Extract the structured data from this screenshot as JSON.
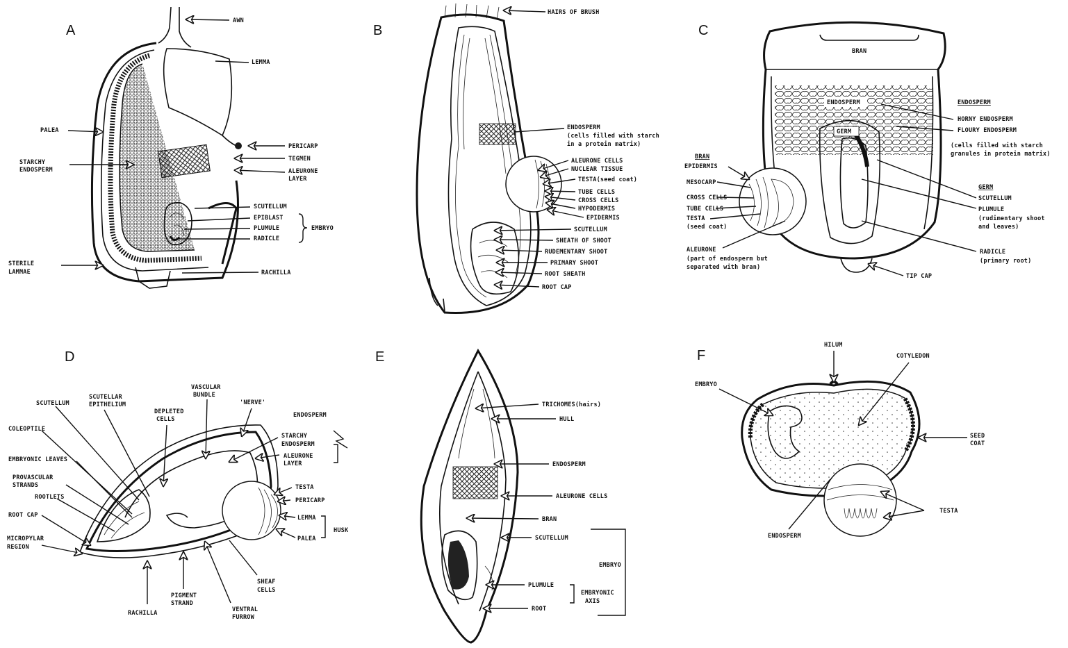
{
  "panels": {
    "A": {
      "letter": "A",
      "labels": {
        "awn": "AWN",
        "lemma": "LEMMA",
        "palea": "PALEA",
        "starchy1": "STARCHY",
        "starchy2": "ENDOSPERM",
        "pericarp": "PERICARP",
        "tegmen": "TEGMEN",
        "aleurone1": "ALEURONE",
        "aleurone2": "LAYER",
        "scutellum": "SCUTELLUM",
        "epiblast": "EPIBLAST",
        "plumule": "PLUMULE",
        "radicle": "RADICLE",
        "embryo": "EMBRYO",
        "sterile1": "STERILE",
        "sterile2": "LAMMAE",
        "rachilla": "RACHILLA"
      }
    },
    "B": {
      "letter": "B",
      "labels": {
        "hairs": "HAIRS OF BRUSH",
        "endosperm1": "ENDOSPERM",
        "endosperm2": "(cells filled with starch",
        "endosperm3": "in a protein matrix)",
        "aleurone": "ALEURONE CELLS",
        "nuclear": "NUCLEAR TISSUE",
        "testa": "TESTA(seed coat)",
        "tube": "TUBE CELLS",
        "cross": "CROSS CELLS",
        "hypodermis": "HYPODERMIS",
        "epidermis": "EPIDERMIS",
        "scutellum": "SCUTELLUM",
        "sheath": "SHEATH OF SHOOT",
        "rudimentary": "RUDEMENTARY SHOOT",
        "primary": "PRIMARY SHOOT",
        "rootsheath": "ROOT SHEATH",
        "rootcap": "ROOT CAP"
      }
    },
    "C": {
      "letter": "C",
      "labels": {
        "bran_top": "BRAN",
        "endosperm_in": "ENDOSPERM",
        "germ_in": "GERM",
        "endosperm_h": "ENDOSPERM",
        "horny": "HORNY ENDOSPERM",
        "floury": "FLOURY ENDOSPERM",
        "cells1": "(cells filled with starch",
        "cells2": "granules in protein matrix)",
        "bran_h": "BRAN",
        "epidermis": "EPIDERMIS",
        "mesocarp": "MESOCARP",
        "cross": "CROSS CELLS",
        "tube": "TUBE CELLS",
        "testa": "TESTA",
        "seedcoat": "(seed coat)",
        "aleurone1": "ALEURONE",
        "aleurone2": "(part of endosperm but",
        "aleurone3": "separated with bran)",
        "germ_h": "GERM",
        "scutellum": "SCUTELLUM",
        "plumule1": "PLUMULE",
        "plumule2": "(rudimentary shoot",
        "plumule3": "and leaves)",
        "radicle1": "RADICLE",
        "radicle2": "(primary root)",
        "tipcap": "TIP CAP"
      }
    },
    "D": {
      "letter": "D",
      "labels": {
        "scutellum": "SCUTELLUM",
        "scut_epi1": "SCUTELLAR",
        "scut_epi2": "EPITHELIUM",
        "vascular1": "VASCULAR",
        "vascular2": "BUNDLE",
        "depleted1": "DEPLETED",
        "depleted2": "CELLS",
        "nerve": "'NERVE'",
        "endosperm": "ENDOSPERM",
        "coleoptile": "COLEOPTILE",
        "starchy1": "STARCHY",
        "starchy2": "ENDOSPERM",
        "aleurone1": "ALEURONE",
        "aleurone2": "LAYER",
        "embryonic": "EMBRYONIC LEAVES",
        "provasc1": "PROVASCULAR",
        "provasc2": "STRANDS",
        "rootlets": "ROOTLETS",
        "testa": "TESTA",
        "pericarp": "PERICARP",
        "lemma": "LEMMA",
        "husk": "HUSK",
        "palea": "PALEA",
        "rootcap": "ROOT CAP",
        "micro1": "MICROPYLAR",
        "micro2": "REGION",
        "sheaf1": "SHEAF",
        "sheaf2": "CELLS",
        "pigment1": "PIGMENT",
        "pigment2": "STRAND",
        "ventral1": "VENTRAL",
        "ventral2": "FURROW",
        "rachilla": "RACHILLA"
      }
    },
    "E": {
      "letter": "E",
      "labels": {
        "trichomes": "TRICHOMES(hairs)",
        "hull": "HULL",
        "endosperm": "ENDOSPERM",
        "aleurone": "ALEURONE CELLS",
        "bran": "BRAN",
        "scutellum": "SCUTELLUM",
        "embryo": "EMBRYO",
        "plumule": "PLUMULE",
        "axis1": "EMBRYONIC",
        "axis2": "AXIS",
        "root": "ROOT"
      }
    },
    "F": {
      "letter": "F",
      "labels": {
        "hilum": "HILUM",
        "cotyledon": "COTYLEDON",
        "embryo": "EMBRYO",
        "seedcoat1": "SEED",
        "seedcoat2": "COAT",
        "testa": "TESTA",
        "endosperm": "ENDOSPERM"
      }
    }
  }
}
